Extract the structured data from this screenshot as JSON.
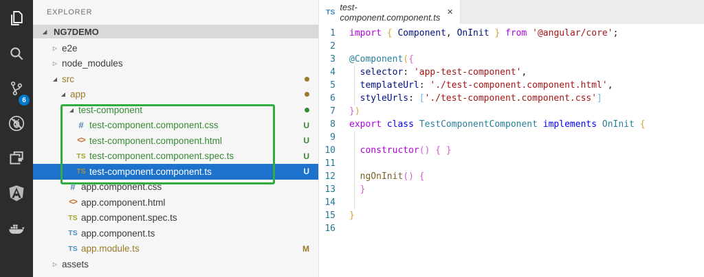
{
  "colors": {
    "accent": "#007acc",
    "selection": "#1d72cc",
    "untracked": "#388a34",
    "modified": "#9a7b27",
    "annotation": "#2fad3f",
    "activitybar_bg": "#2c2c2c",
    "sidebar_bg": "#f6f6f6",
    "tabbar_bg": "#ececec",
    "section_bg": "#d9d9d9"
  },
  "activity_bar": {
    "items": [
      {
        "name": "explorer",
        "icon": "files-icon",
        "active": true
      },
      {
        "name": "search",
        "icon": "search-icon"
      },
      {
        "name": "source-control",
        "icon": "source-control-icon",
        "badge": "6"
      },
      {
        "name": "debug",
        "icon": "debug-icon"
      },
      {
        "name": "extensions",
        "icon": "extensions-icon"
      },
      {
        "name": "angular",
        "icon": "angular-icon"
      },
      {
        "name": "docker",
        "icon": "docker-icon"
      }
    ]
  },
  "sidebar": {
    "title": "EXPLORER",
    "section": "NG7DEMO",
    "glyphs": {
      "expanded": "◢",
      "collapsed": "▷"
    },
    "file_glyphs": {
      "css": "#",
      "html": "<>",
      "ts": "TS",
      "ts-spec": "TS"
    },
    "tree": [
      {
        "label": "e2e",
        "type": "folder",
        "state": "collapsed",
        "indent": 1
      },
      {
        "label": "node_modules",
        "type": "folder",
        "state": "collapsed",
        "indent": 1
      },
      {
        "label": "src",
        "type": "folder",
        "state": "expanded",
        "indent": 1,
        "color": "modified",
        "badge": "dot"
      },
      {
        "label": "app",
        "type": "folder",
        "state": "expanded",
        "indent": 2,
        "color": "modified",
        "badge": "dot"
      },
      {
        "label": "test-component",
        "type": "folder",
        "state": "expanded",
        "indent": 3,
        "color": "untracked",
        "badge": "dot"
      },
      {
        "label": "test-component.component.css",
        "type": "css",
        "indent": 4,
        "color": "untracked",
        "badge": "U"
      },
      {
        "label": "test-component.component.html",
        "type": "html",
        "indent": 4,
        "color": "untracked",
        "badge": "U"
      },
      {
        "label": "test-component.component.spec.ts",
        "type": "ts-spec",
        "indent": 4,
        "color": "untracked",
        "badge": "U"
      },
      {
        "label": "test-component.component.ts",
        "type": "ts",
        "indent": 4,
        "color": "untracked",
        "badge": "U",
        "selected": true,
        "iconColor": "#a6953f"
      },
      {
        "label": "app.component.css",
        "type": "css",
        "indent": 3
      },
      {
        "label": "app.component.html",
        "type": "html",
        "indent": 3
      },
      {
        "label": "app.component.spec.ts",
        "type": "ts-spec",
        "indent": 3
      },
      {
        "label": "app.component.ts",
        "type": "ts",
        "indent": 3
      },
      {
        "label": "app.module.ts",
        "type": "ts",
        "indent": 3,
        "color": "modified",
        "badge": "M"
      },
      {
        "label": "assets",
        "type": "folder",
        "state": "collapsed",
        "indent": 1
      }
    ]
  },
  "editor": {
    "tab": {
      "icon_label": "TS",
      "title": "test-component.component.ts",
      "close_label": "×"
    },
    "code": {
      "lines": [
        [
          [
            "import",
            "kw"
          ],
          [
            " ",
            "pl"
          ],
          [
            "{",
            "b1"
          ],
          [
            " ",
            "pl"
          ],
          [
            "Component",
            "var"
          ],
          [
            ", ",
            "pl"
          ],
          [
            "OnInit",
            "var"
          ],
          [
            " ",
            "pl"
          ],
          [
            "}",
            "b1"
          ],
          [
            " ",
            "pl"
          ],
          [
            "from",
            "kw"
          ],
          [
            " ",
            "pl"
          ],
          [
            "'@angular/core'",
            "str"
          ],
          [
            ";",
            "pl"
          ]
        ],
        [],
        [
          [
            "@Component",
            "dec"
          ],
          [
            "(",
            "b1"
          ],
          [
            "{",
            "b2"
          ]
        ],
        [
          [
            "  ",
            "pl"
          ],
          [
            "selector",
            "var"
          ],
          [
            ": ",
            "pl"
          ],
          [
            "'app-test-component'",
            "str"
          ],
          [
            ",",
            "pl"
          ]
        ],
        [
          [
            "  ",
            "pl"
          ],
          [
            "templateUrl",
            "var"
          ],
          [
            ": ",
            "pl"
          ],
          [
            "'./test-component.component.html'",
            "str"
          ],
          [
            ",",
            "pl"
          ]
        ],
        [
          [
            "  ",
            "pl"
          ],
          [
            "styleUrls",
            "var"
          ],
          [
            ": ",
            "pl"
          ],
          [
            "[",
            "b3"
          ],
          [
            "'./test-component.component.css'",
            "str"
          ],
          [
            "]",
            "b3"
          ]
        ],
        [
          [
            "}",
            "b2"
          ],
          [
            ")",
            "b1"
          ]
        ],
        [
          [
            "export",
            "kw"
          ],
          [
            " ",
            "pl"
          ],
          [
            "class",
            "kwb"
          ],
          [
            " ",
            "pl"
          ],
          [
            "TestComponentComponent",
            "type"
          ],
          [
            " ",
            "pl"
          ],
          [
            "implements",
            "kwb"
          ],
          [
            " ",
            "pl"
          ],
          [
            "OnInit",
            "type"
          ],
          [
            " ",
            "pl"
          ],
          [
            "{",
            "b1"
          ]
        ],
        [],
        [
          [
            "  ",
            "pl"
          ],
          [
            "constructor",
            "kw"
          ],
          [
            "(",
            "b2"
          ],
          [
            ")",
            "b2"
          ],
          [
            " ",
            "pl"
          ],
          [
            "{",
            "b2"
          ],
          [
            " ",
            "pl"
          ],
          [
            "}",
            "b2"
          ]
        ],
        [],
        [
          [
            "  ",
            "pl"
          ],
          [
            "ngOnInit",
            "fn"
          ],
          [
            "(",
            "b2"
          ],
          [
            ")",
            "b2"
          ],
          [
            " ",
            "pl"
          ],
          [
            "{",
            "b2"
          ]
        ],
        [
          [
            "  ",
            "pl"
          ],
          [
            "}",
            "b2"
          ]
        ],
        [],
        [
          [
            "}",
            "b1"
          ]
        ],
        []
      ]
    }
  },
  "annotation": {
    "shape": "rectangle",
    "color": "#2fad3f"
  }
}
